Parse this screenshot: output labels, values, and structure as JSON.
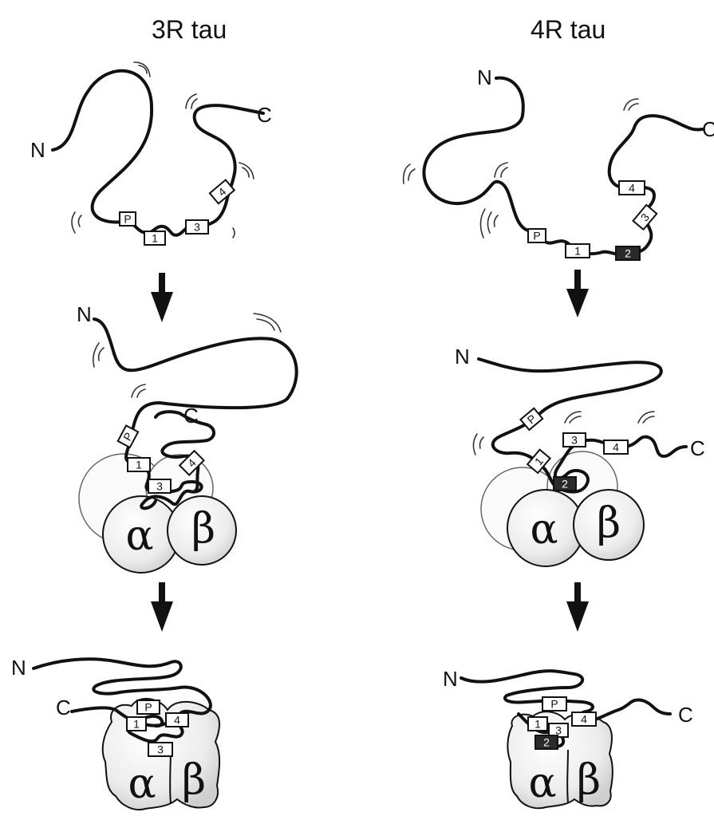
{
  "titles": {
    "left": "3R tau",
    "right": "4R tau"
  },
  "termini": {
    "n": "N",
    "c": "C"
  },
  "labels": {
    "p": "P",
    "r1": "1",
    "r2": "2",
    "r3": "3",
    "r4": "4",
    "alpha": "α",
    "beta": "β"
  },
  "colors": {
    "ink": "#111111",
    "dark_repeat": "#2a2a2a",
    "tubulin_fill": "#f2f2f2"
  }
}
